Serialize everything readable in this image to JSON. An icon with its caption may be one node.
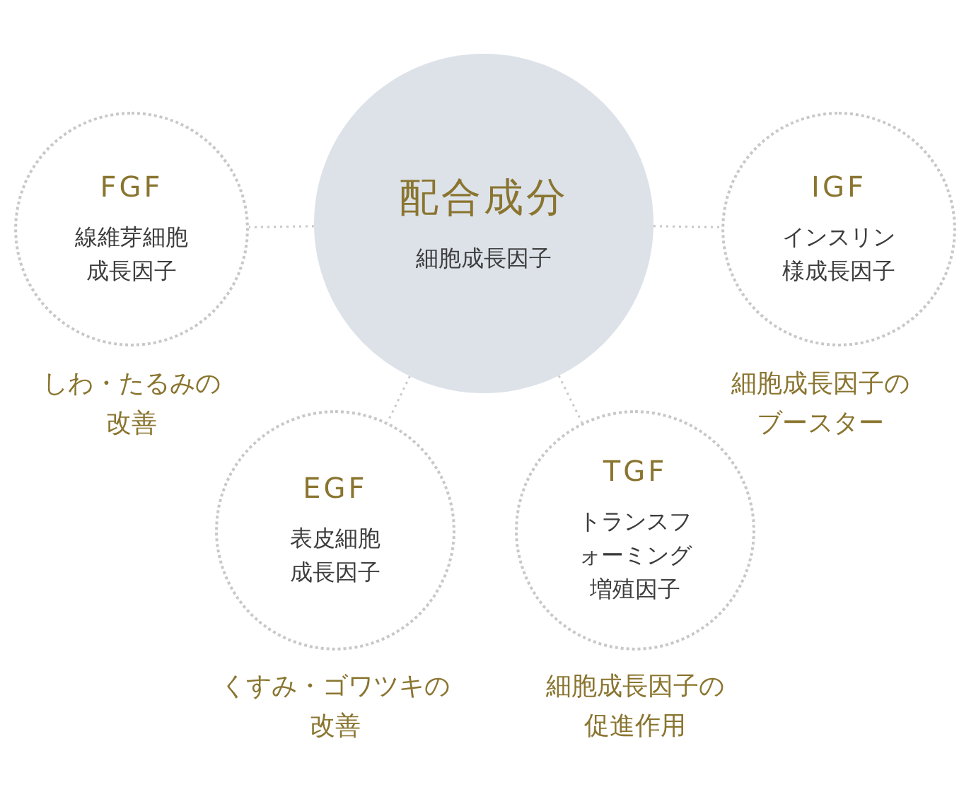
{
  "diagram": {
    "nodes": [
      {
        "text": [
          "配合成分",
          "細胞成長因子"
        ]
      },
      {
        "text": [
          "FGF",
          "線維芽細胞成長因子"
        ]
      },
      {
        "text": [
          "IGF",
          "インスリン様成長因子"
        ]
      },
      {
        "text": [
          "EGF",
          "表皮細胞成長因子"
        ],
        "beside": [
          "くすみ・ゴワツキの改善"
        ]
      },
      {
        "text": [
          "TGF",
          "トランスフォーミング増殖因子"
        ],
        "beside": [
          "細胞成長因子の促進作用"
        ]
      }
    ],
    "edges": [
      {
        "from": 0,
        "to": 1,
        "arrow": "none",
        "style": "dashed"
      },
      {
        "from": 0,
        "to": 2,
        "arrow": "none",
        "style": "dashed"
      },
      {
        "from": 0,
        "to": 3,
        "arrow": "none",
        "style": "dashed"
      },
      {
        "from": 0,
        "to": 4,
        "arrow": "none",
        "style": "dashed"
      }
    ],
    "labels": [
      "しわ・たるみの改善",
      "細胞成長因子のブースター"
    ]
  }
}
